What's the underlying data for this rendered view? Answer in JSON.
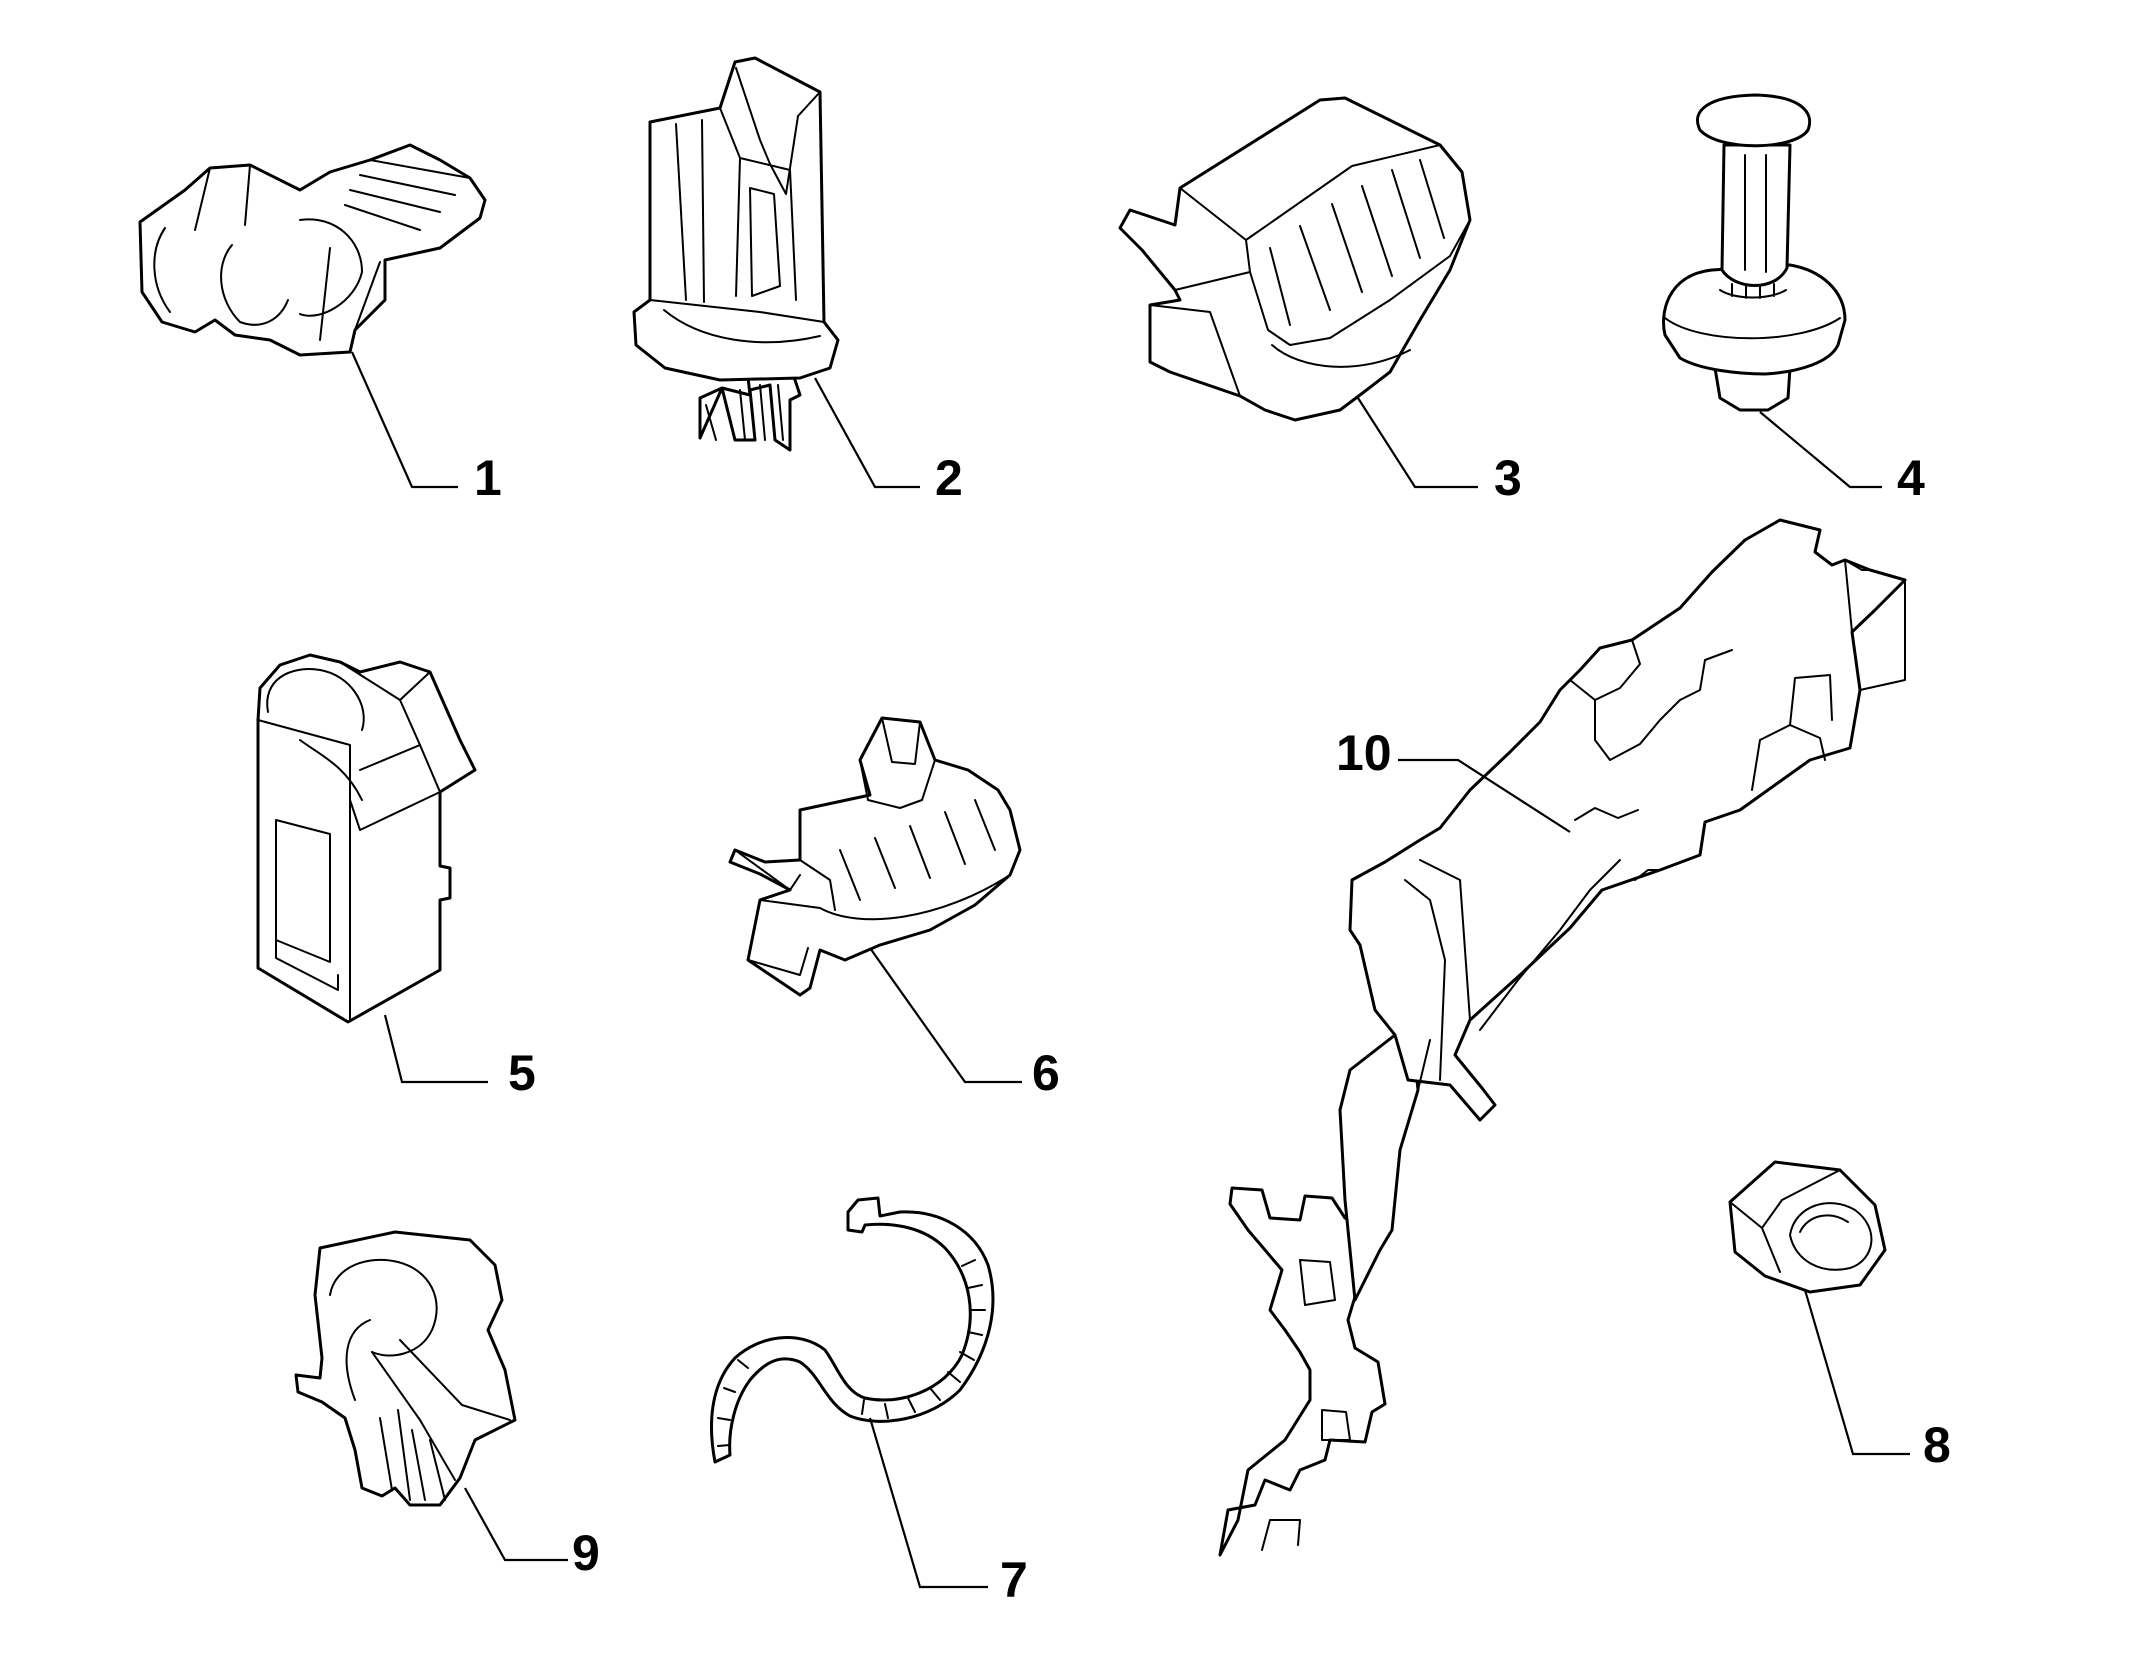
{
  "callouts": {
    "p1": "1",
    "p2": "2",
    "p3": "3",
    "p4": "4",
    "p5": "5",
    "p6": "6",
    "p7": "7",
    "p8": "8",
    "p9": "9",
    "p10": "10"
  },
  "colors": {
    "line": "#000000",
    "background": "#ffffff"
  }
}
